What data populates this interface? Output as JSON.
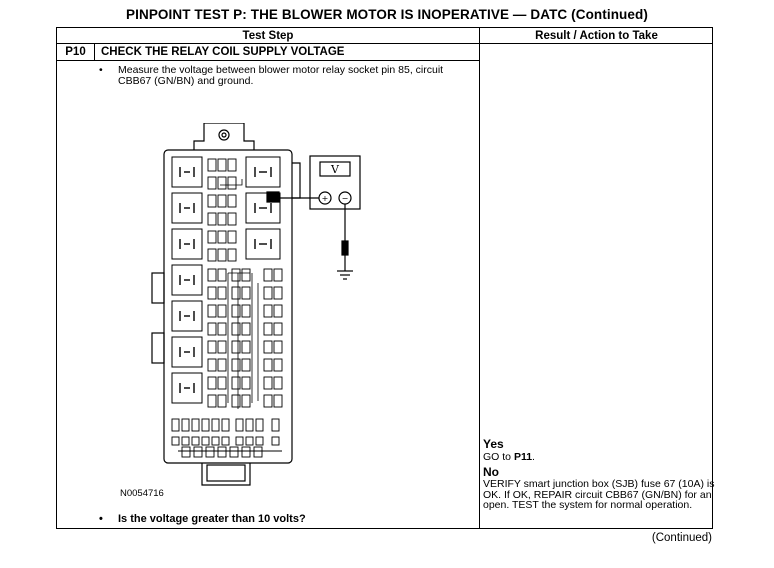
{
  "title": "PINPOINT TEST  P: THE BLOWER MOTOR IS INOPERATIVE — DATC (Continued)",
  "table": {
    "header_test_step": "Test Step",
    "header_result": "Result / Action to Take"
  },
  "step": {
    "id": "P10",
    "title": "CHECK THE RELAY COIL SUPPLY VOLTAGE",
    "instruction_bullet": "•",
    "instruction": "Measure the voltage between blower motor relay socket pin 85, circuit CBB67 (GN/BN) and ground.",
    "figure_id": "N0054716",
    "question_bullet": "•",
    "question": "Is the voltage greater than 10 volts?"
  },
  "meter": {
    "display": "V",
    "plus": "+",
    "minus": "−"
  },
  "result": {
    "yes_label": "Yes",
    "yes_action_prefix": "GO to ",
    "yes_action_target": "P11",
    "yes_action_suffix": ".",
    "no_label": "No",
    "no_action": "VERIFY smart junction box (SJB) fuse 67 (10A) is OK. If OK, REPAIR circuit CBB67 (GN/BN) for an open. TEST the system for normal operation."
  },
  "footer": "(Continued)"
}
